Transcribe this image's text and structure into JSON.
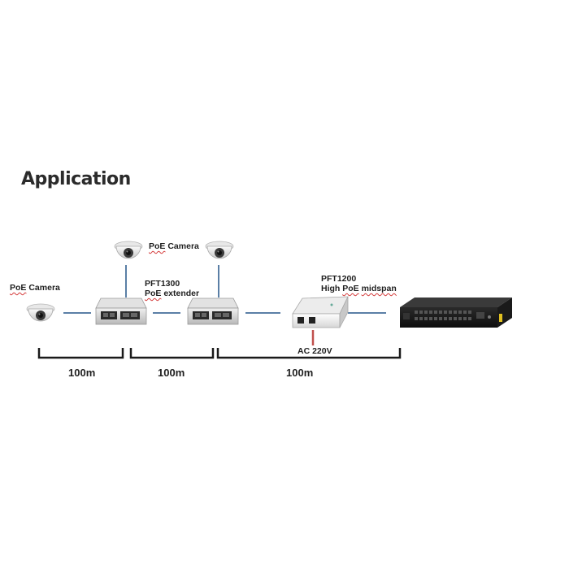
{
  "title": "Application",
  "labels": {
    "camera_left": {
      "word1": "PoE",
      "word2": "Camera"
    },
    "camera_top": {
      "word1": "PoE",
      "word2": "Camera"
    },
    "extender_model": "PFT1300",
    "extender_desc": {
      "word1": "PoE",
      "word2": "extender"
    },
    "midspan_model": "PFT1200",
    "midspan_desc": {
      "word1": "High",
      "word2": "PoE",
      "word3": "midspan"
    },
    "power": "AC 220V"
  },
  "distances": [
    "100m",
    "100m",
    "100m"
  ],
  "colors": {
    "link": "#5b7fa6",
    "power_line": "#c0504d",
    "bracket": "#1a1a1a",
    "switch_led": "#e0c020"
  },
  "icons": [
    "dome-camera-icon",
    "poe-extender-icon",
    "poe-injector-icon",
    "network-switch-icon"
  ]
}
